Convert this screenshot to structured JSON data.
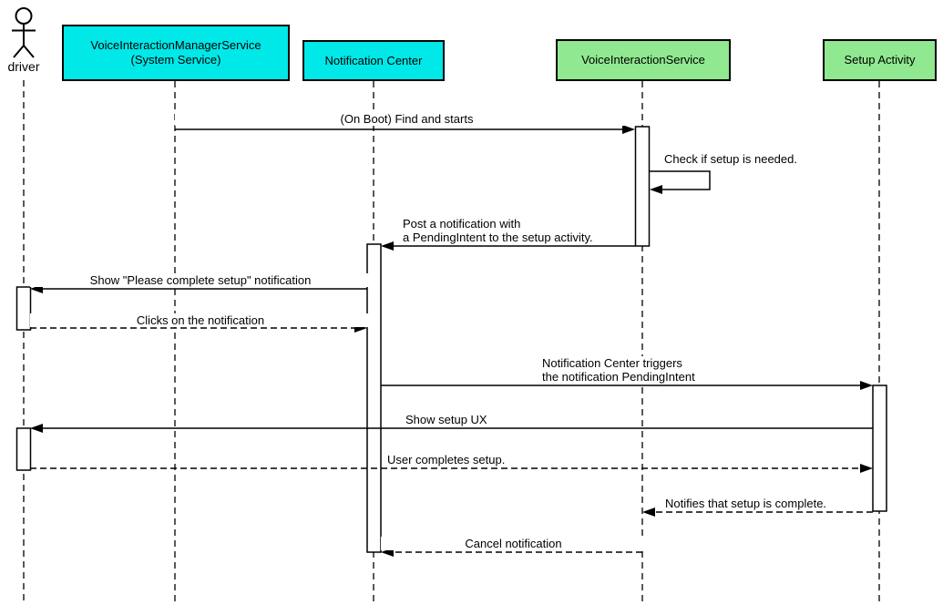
{
  "diagram": {
    "type": "uml-sequence",
    "actor": {
      "name": "driver"
    },
    "participants": [
      {
        "id": "voice-interaction-manager-service",
        "label_line1": "VoiceInteractionManagerService",
        "label_line2": "(System Service)",
        "color": "#00e8e8"
      },
      {
        "id": "notification-center",
        "label": "Notification Center",
        "color": "#00e8e8"
      },
      {
        "id": "voice-interaction-service",
        "label": "VoiceInteractionService",
        "color": "#90e890"
      },
      {
        "id": "setup-activity",
        "label": "Setup Activity",
        "color": "#90e890"
      }
    ],
    "messages": [
      {
        "label": "(On Boot) Find and starts",
        "from": "voice-interaction-manager-service",
        "to": "voice-interaction-service",
        "style": "solid"
      },
      {
        "label": "Check if setup is needed.",
        "from": "voice-interaction-service",
        "to": "voice-interaction-service",
        "style": "solid-self"
      },
      {
        "label_line1": "Post a notification with",
        "label_line2": "a PendingIntent to the setup activity.",
        "from": "voice-interaction-service",
        "to": "notification-center",
        "style": "solid"
      },
      {
        "label": "Show \"Please complete setup\" notification",
        "from": "notification-center",
        "to": "driver",
        "style": "solid"
      },
      {
        "label": "Clicks on the notification",
        "from": "driver",
        "to": "notification-center",
        "style": "dashed"
      },
      {
        "label_line1": "Notification Center triggers",
        "label_line2": "the notification PendingIntent",
        "from": "notification-center",
        "to": "setup-activity",
        "style": "solid"
      },
      {
        "label": "Show setup UX",
        "from": "setup-activity",
        "to": "driver",
        "style": "solid"
      },
      {
        "label": "User completes setup.",
        "from": "driver",
        "to": "setup-activity",
        "style": "dashed"
      },
      {
        "label": "Notifies that setup is complete.",
        "from": "setup-activity",
        "to": "voice-interaction-service",
        "style": "dashed"
      },
      {
        "label": "Cancel notification",
        "from": "voice-interaction-service",
        "to": "notification-center",
        "style": "dashed"
      }
    ],
    "colors": {
      "line": "#000000",
      "activation_fill": "#ffffff",
      "background": "#ffffff"
    }
  }
}
